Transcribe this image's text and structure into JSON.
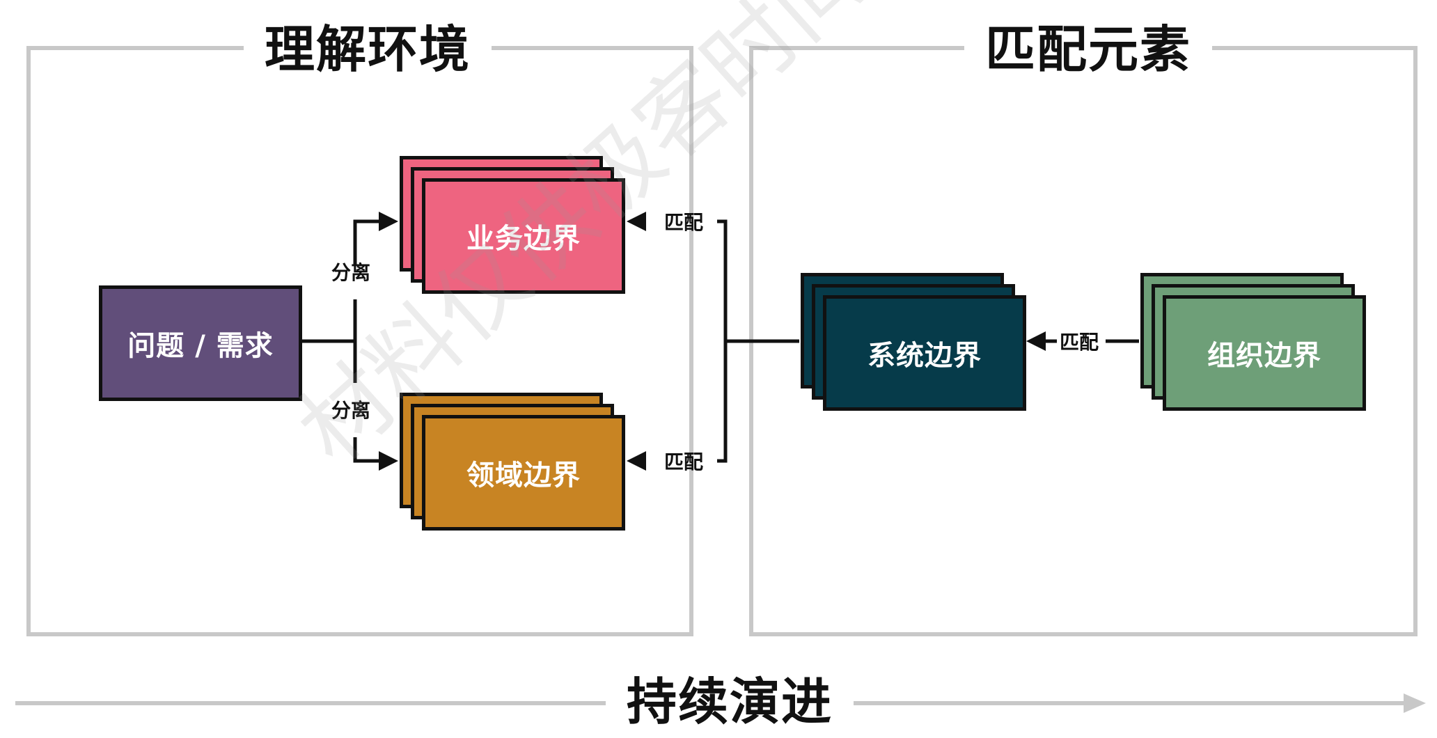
{
  "panels": {
    "left_title": "理解环境",
    "right_title": "匹配元素"
  },
  "nodes": {
    "problem": "问题 / 需求",
    "business": "业务边界",
    "domain": "领域边界",
    "system": "系统边界",
    "org": "组织边界"
  },
  "edges": {
    "separate_top": "分离",
    "separate_bottom": "分离",
    "match_business": "匹配",
    "match_domain": "匹配",
    "match_system": "匹配"
  },
  "footer": {
    "title": "持续演进"
  },
  "watermark": {
    "text": "材料仅供极客时间直播课学习"
  },
  "colors": {
    "problem": "#614e7a",
    "business": "#ee6480",
    "domain": "#c88423",
    "system": "#063b4a",
    "org": "#6e9f78",
    "panel_border": "#c8c8c8",
    "line": "#111111"
  }
}
